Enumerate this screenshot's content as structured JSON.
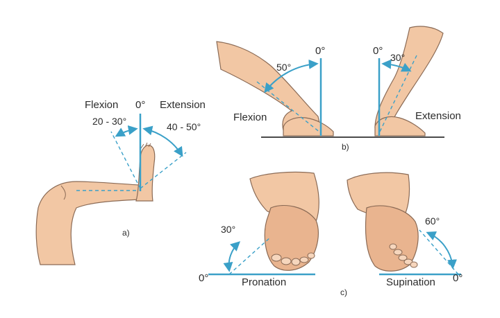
{
  "colors": {
    "accent": "#3aa0c8",
    "skin": "#f2c7a4",
    "outline": "#8a6a55",
    "floor": "#4a4a4a"
  },
  "panel_a": {
    "label": "a)",
    "zero": "0°",
    "flexion": "Flexion",
    "extension": "Extension",
    "flexion_range": "20 - 30°",
    "extension_range": "40 - 50°"
  },
  "panel_b": {
    "label": "b)",
    "left_zero": "0°",
    "left_angle": "50°",
    "left_caption": "Flexion",
    "right_zero": "0°",
    "right_angle": "30°",
    "right_caption": "Extension"
  },
  "panel_c": {
    "label": "c)",
    "left_zero": "0°",
    "left_angle": "30°",
    "left_caption": "Pronation",
    "right_zero": "0°",
    "right_angle": "60°",
    "right_caption": "Supination"
  }
}
